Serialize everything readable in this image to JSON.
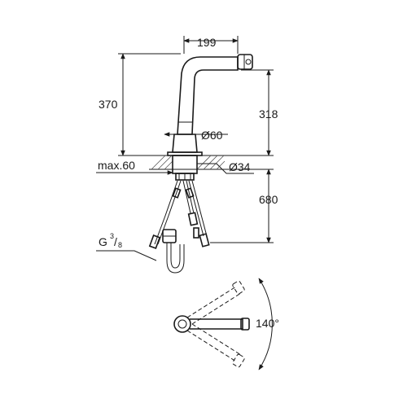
{
  "dimensions": {
    "spout_reach": "199",
    "total_height": "370",
    "spout_height": "318",
    "base_diameter": "Ø60",
    "max_thickness": "max.60",
    "hole_diameter": "Ø34",
    "hose_length": "680",
    "connection": {
      "base": "G",
      "numerator": "3",
      "slash": "/",
      "denominator": "8"
    },
    "swivel_angle": "140°"
  },
  "drawing": {
    "line_color": "#1a1a1a",
    "hatch_color": "#555555",
    "background": "#ffffff"
  }
}
